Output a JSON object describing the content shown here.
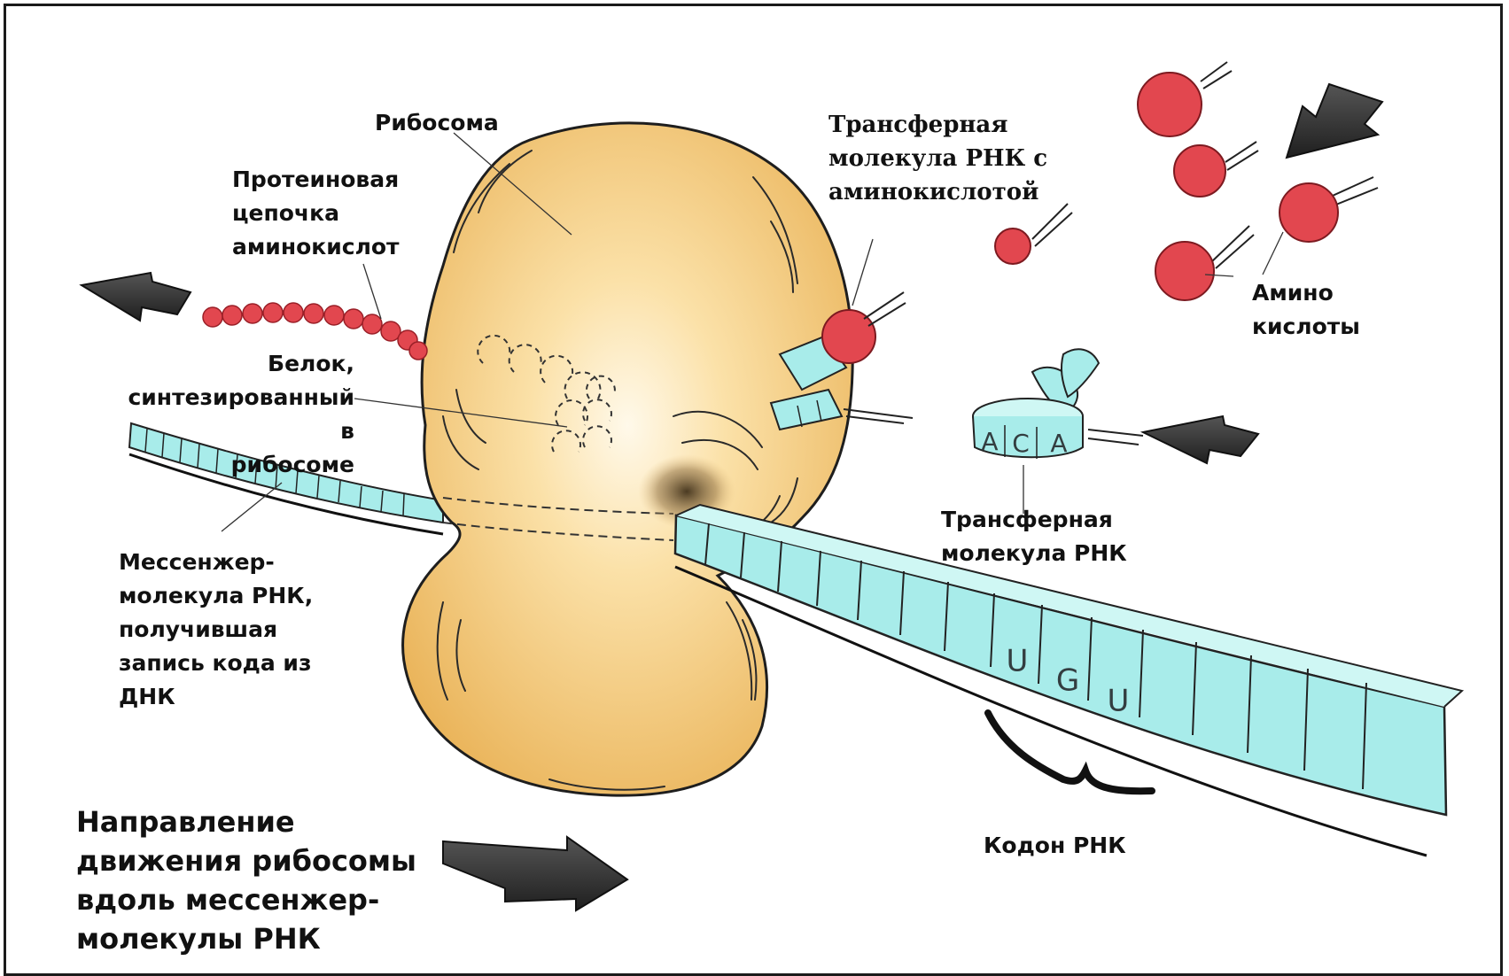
{
  "labels": {
    "ribosome": "Рибосома",
    "protein_chain": "Протеиновая\nцепочка\nаминокислот",
    "protein_made": "Белок,\nсинтезированный в\nрибосоме",
    "trna_with_aa": "Трансферная\nмолекула РНК с\nаминокислотой",
    "amino_acids": "Амино\nкислоты",
    "trna": "Трансферная\nмолекула РНК",
    "mrna": "Мессенжер-\nмолекула РНК,\nполучившая\nзапись кода из\nДНК",
    "codon": "Кодон РНК",
    "direction": "Направление\nдвижения рибосомы\nвдоль мессенжер-\nмолекулы РНК"
  },
  "anticodon": [
    "A",
    "C",
    "A"
  ],
  "codon": [
    "U",
    "G",
    "U"
  ],
  "colors": {
    "ribosome": "#f3c777",
    "rna": "#a8ecea",
    "amino_acid": "#e2474f",
    "arrow": "#333333"
  }
}
